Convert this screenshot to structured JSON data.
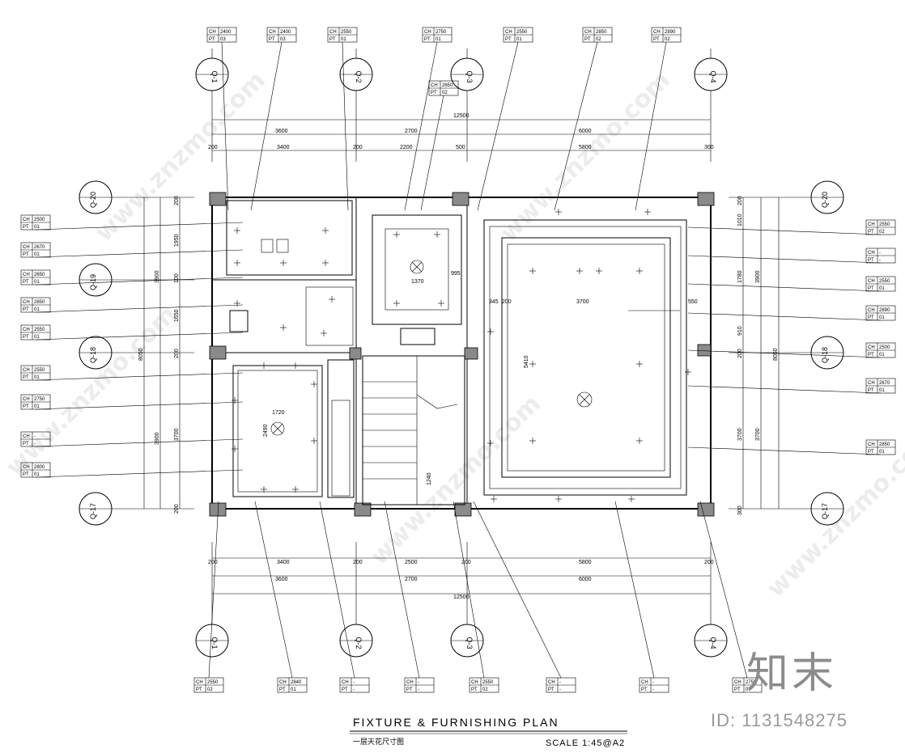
{
  "title": "FIXTURE & FURNISHING PLAN",
  "subtitle": "一层天花尺寸图",
  "scale": "SCALE  1:45@A2",
  "brand": "知末",
  "id_label": "ID: 1131548275",
  "watermark": "www.znzmo.com",
  "dims": {
    "top_overall": "12500",
    "top_row1": [
      "3600",
      "2700",
      "6000"
    ],
    "top_row2": [
      "200",
      "3400",
      "200",
      "2200",
      "500",
      "5800",
      "300"
    ],
    "bottom_row1": [
      "200",
      "3400",
      "200",
      "2500",
      "200",
      "5800",
      "200"
    ],
    "bottom_row2": [
      "3600",
      "2700",
      "6000"
    ],
    "bottom_overall": "12500",
    "left_overall": "8050",
    "left_parts": [
      "3900",
      "3900"
    ],
    "left_sub": [
      "200",
      "1950",
      "100",
      "1650",
      "200",
      "3700",
      "200"
    ],
    "right_overall": "8050",
    "right_parts": [
      "3900",
      "3700"
    ],
    "right_sub": [
      "200",
      "1010",
      "1780",
      "910",
      "200",
      "3700",
      "300"
    ],
    "inner": [
      "1720",
      "2490",
      "1370",
      "3700",
      "5410",
      "200",
      "345",
      "550",
      "1240",
      "995"
    ]
  },
  "grid": {
    "left": [
      "Q-20",
      "Q-19",
      "Q-18",
      "Q-17"
    ],
    "right": [
      "Q-20",
      "Q-18",
      "Q-17"
    ],
    "top": [
      "Q-1",
      "Q-2",
      "Q-3",
      "Q-4"
    ],
    "bottom": [
      "Q-1",
      "Q-2",
      "Q-3",
      "Q-4"
    ]
  },
  "tags": {
    "top": [
      {
        "ch": "2400",
        "pt": "03"
      },
      {
        "ch": "2400",
        "pt": "03"
      },
      {
        "ch": "2550",
        "pt": "01"
      },
      {
        "ch": "2750",
        "pt": "01"
      },
      {
        "ch": "2550",
        "pt": "01"
      },
      {
        "ch": "2850",
        "pt": "02"
      },
      {
        "ch": "2890",
        "pt": "02"
      },
      {
        "ch": "2650",
        "pt": "02"
      }
    ],
    "left": [
      {
        "ch": "2500",
        "pt": "01"
      },
      {
        "ch": "2670",
        "pt": "01"
      },
      {
        "ch": "2650",
        "pt": "01"
      },
      {
        "ch": "2850",
        "pt": "01"
      },
      {
        "ch": "2550",
        "pt": "01"
      },
      {
        "ch": "2550",
        "pt": "01"
      },
      {
        "ch": "2750",
        "pt": "01"
      },
      {
        "ch": "-",
        "pt": "-"
      },
      {
        "ch": "2800",
        "pt": "01"
      }
    ],
    "right": [
      {
        "ch": "2550",
        "pt": "02"
      },
      {
        "ch": "-",
        "pt": "-"
      },
      {
        "ch": "2550",
        "pt": "01"
      },
      {
        "ch": "2890",
        "pt": "01"
      },
      {
        "ch": "2500",
        "pt": "01"
      },
      {
        "ch": "2670",
        "pt": "01"
      },
      {
        "ch": "2850",
        "pt": "01"
      }
    ],
    "bottom": [
      {
        "ch": "2550",
        "pt": "02"
      },
      {
        "ch": "2840",
        "pt": "01"
      },
      {
        "ch": "-",
        "pt": "-"
      },
      {
        "ch": "-",
        "pt": "-"
      },
      {
        "ch": "2550",
        "pt": "02"
      },
      {
        "ch": "-",
        "pt": "-"
      },
      {
        "ch": "-",
        "pt": "-"
      },
      {
        "ch": "2750",
        "pt": "07"
      }
    ],
    "labels": {
      "ch": "CH",
      "pt": "PT"
    }
  }
}
